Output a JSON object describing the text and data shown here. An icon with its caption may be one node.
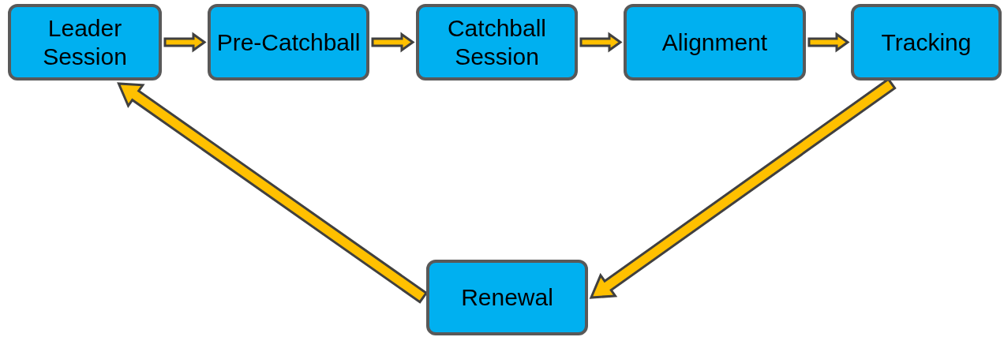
{
  "diagram": {
    "nodes": [
      {
        "text": [
          "Leader Session"
        ]
      },
      {
        "text": [
          "Pre-Catchball"
        ]
      },
      {
        "text": [
          "Catchball Session"
        ]
      },
      {
        "text": [
          "Alignment"
        ]
      },
      {
        "text": [
          "Tracking"
        ]
      },
      {
        "text": [
          "Renewal"
        ]
      }
    ],
    "edges": [
      {
        "from": 0,
        "to": 1,
        "arrow": "to"
      },
      {
        "from": 1,
        "to": 2,
        "arrow": "to"
      },
      {
        "from": 2,
        "to": 3,
        "arrow": "to"
      },
      {
        "from": 3,
        "to": 4,
        "arrow": "to"
      },
      {
        "from": 4,
        "to": 5,
        "arrow": "to",
        "style": "thick"
      },
      {
        "from": 5,
        "to": 0,
        "arrow": "to",
        "style": "thick"
      }
    ]
  }
}
